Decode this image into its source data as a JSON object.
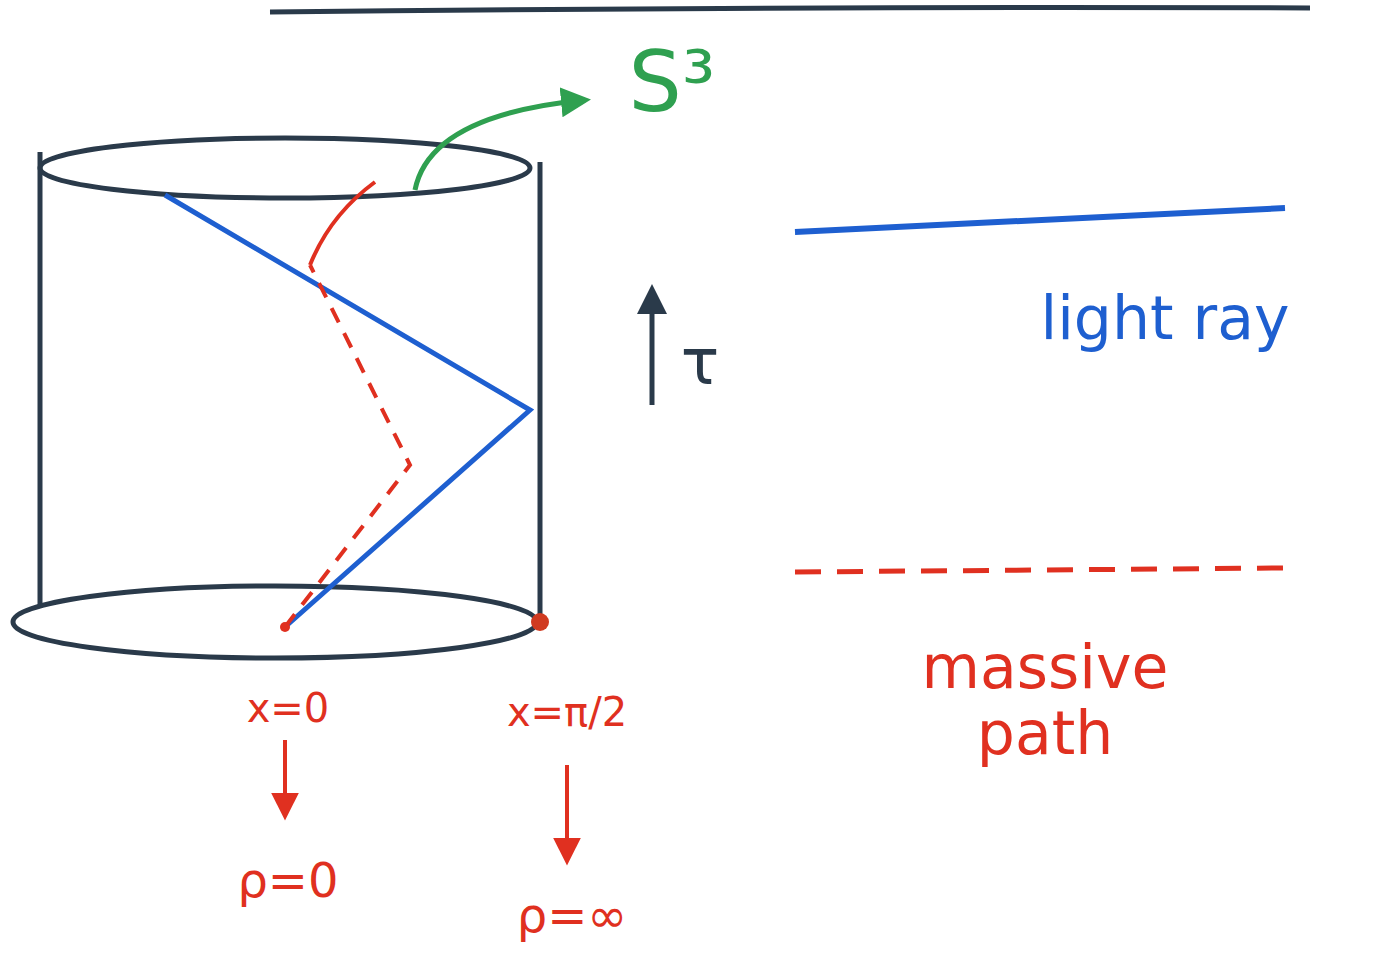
{
  "diagram": {
    "labels": [
      "S³",
      "τ",
      "x=0",
      "x=π/2",
      "ρ=0",
      "ρ=∞"
    ],
    "legend": [
      {
        "text": "light ray"
      },
      {
        "text": "massive path"
      }
    ]
  }
}
